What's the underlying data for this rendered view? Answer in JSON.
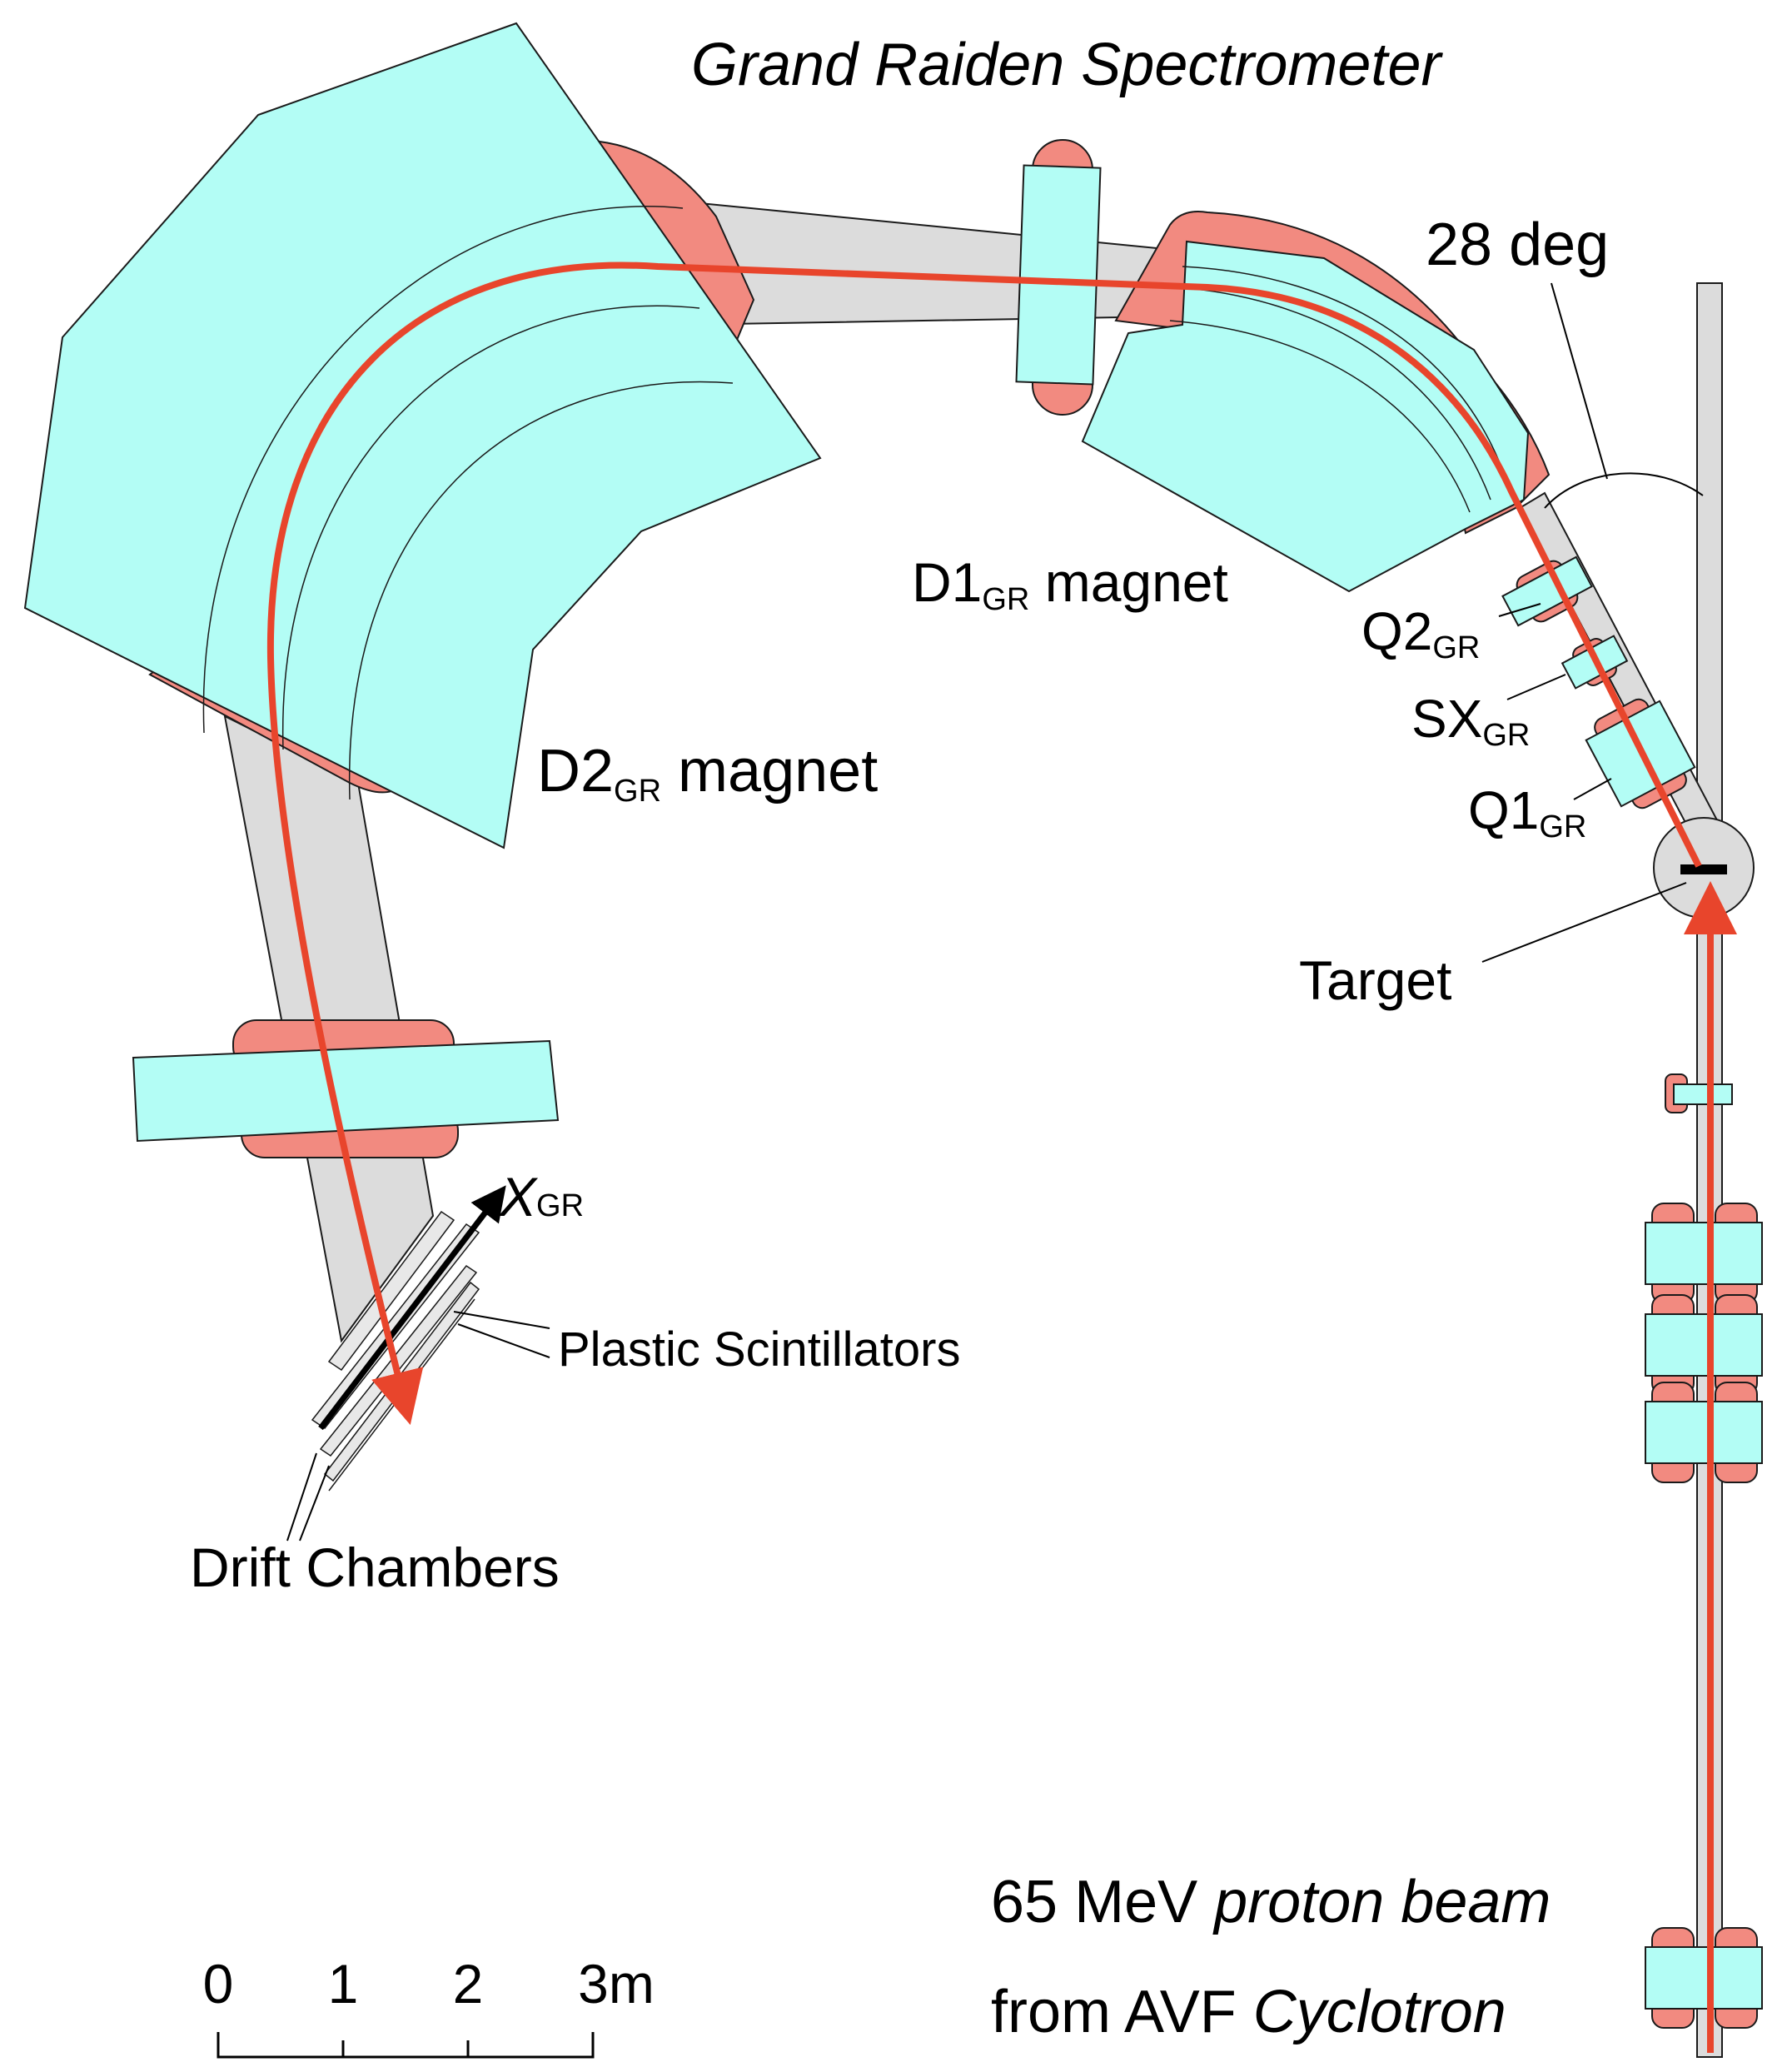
{
  "title": "Grand Raiden Spectrometer",
  "angle_label": "28 deg",
  "components": {
    "d1": {
      "main": "D1",
      "sub": "GR",
      "suffix": " magnet"
    },
    "d2": {
      "main": "D2",
      "sub": "GR",
      "suffix": " magnet"
    },
    "q2": {
      "main": "Q2",
      "sub": "GR"
    },
    "sx": {
      "main": "SX",
      "sub": "GR"
    },
    "q1": {
      "main": "Q1",
      "sub": "GR"
    },
    "target": "Target",
    "xgr": {
      "main": "X",
      "sub": "GR"
    },
    "scintillators": "Plastic Scintillators",
    "drift_chambers": "Drift Chambers"
  },
  "beam": {
    "energy": "65 MeV ",
    "particle": "proton beam",
    "from": "from AVF ",
    "source": "Cyclotron"
  },
  "scale": {
    "ticks": [
      "0",
      "1",
      "2",
      "3m"
    ]
  },
  "colors": {
    "magnet": "#b3fdf5",
    "coil": "#f28a80",
    "pipe": "#dcdcdc",
    "beam": "#e8452c",
    "outline": "#1a1a1a"
  }
}
